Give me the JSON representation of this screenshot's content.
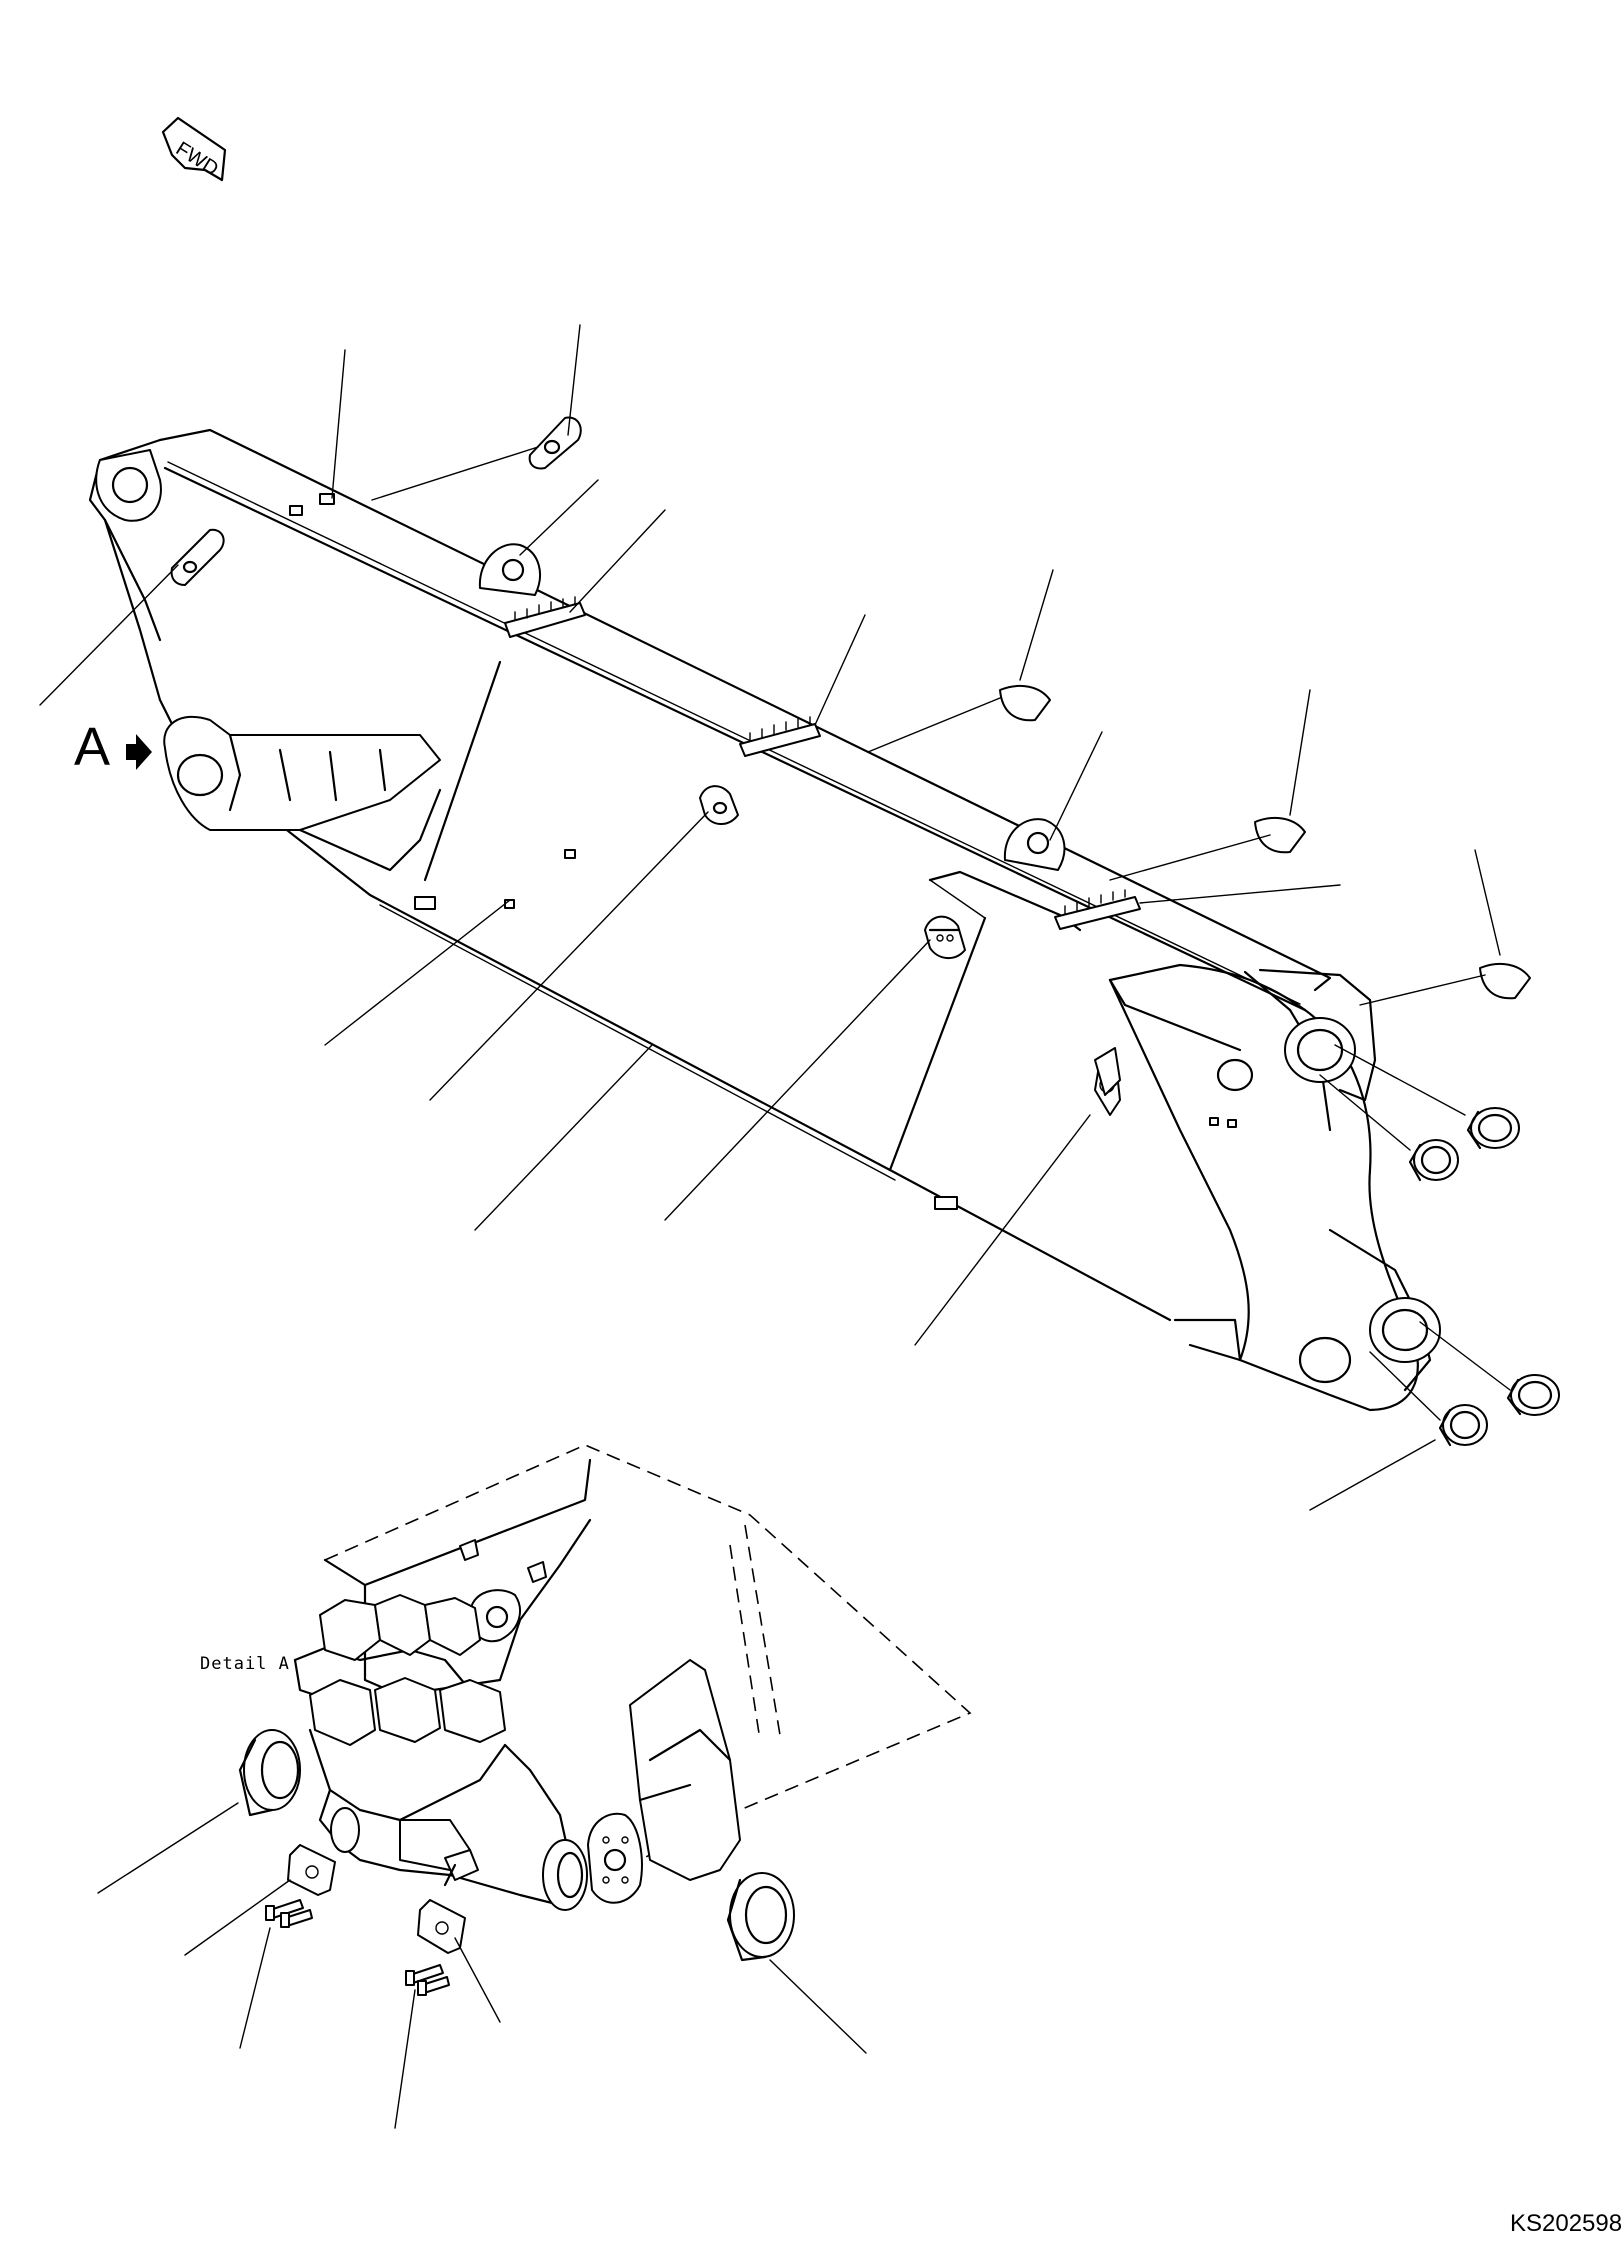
{
  "diagram": {
    "forward_label": "FWD",
    "view_marker": "A",
    "detail_label": "Detail A",
    "drawing_code": "KS202598"
  }
}
